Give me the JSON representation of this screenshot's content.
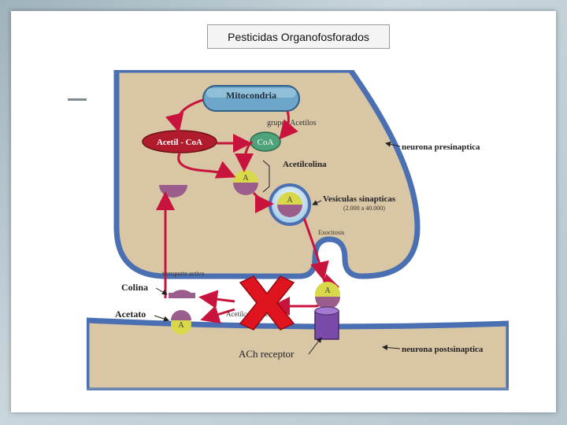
{
  "slide": {
    "title": "Pesticidas Organofosforados"
  },
  "diagram": {
    "mitocondria": "Mitocondria",
    "grupos_acetilos": "grupos Acetilos",
    "acetil_coa": "Acetil - CoA",
    "coa": "CoA",
    "acetilcolina": "Acetilcolina",
    "a_label": "A",
    "vesiculas": "Vesiculas sinapticas",
    "vesiculas_count": "(2.000 a 40.000)",
    "neurona_presinaptica": "neurona presinaptica",
    "exocitosis": "Exocitosis",
    "transporte_activo": "transporte activo",
    "colina": "Colina",
    "acetato": "Acetato",
    "acetilcolinesterasa": "Acetilcolinesterasa",
    "ach_receptor": "ACh receptor",
    "neurona_postsinaptica": "neurona postsinaptica"
  },
  "colors": {
    "terminal": "#d9c6a5",
    "membrane": "#4a6fb3",
    "arrow": "#c8143c",
    "mitochondria": "#6da6c9",
    "acetyl_coa": "#b01c2c",
    "coa": "#4fa37a",
    "acetyl_head": "#d8d84a",
    "choline": "#9b5d8c",
    "block_x": "#e0141e"
  }
}
